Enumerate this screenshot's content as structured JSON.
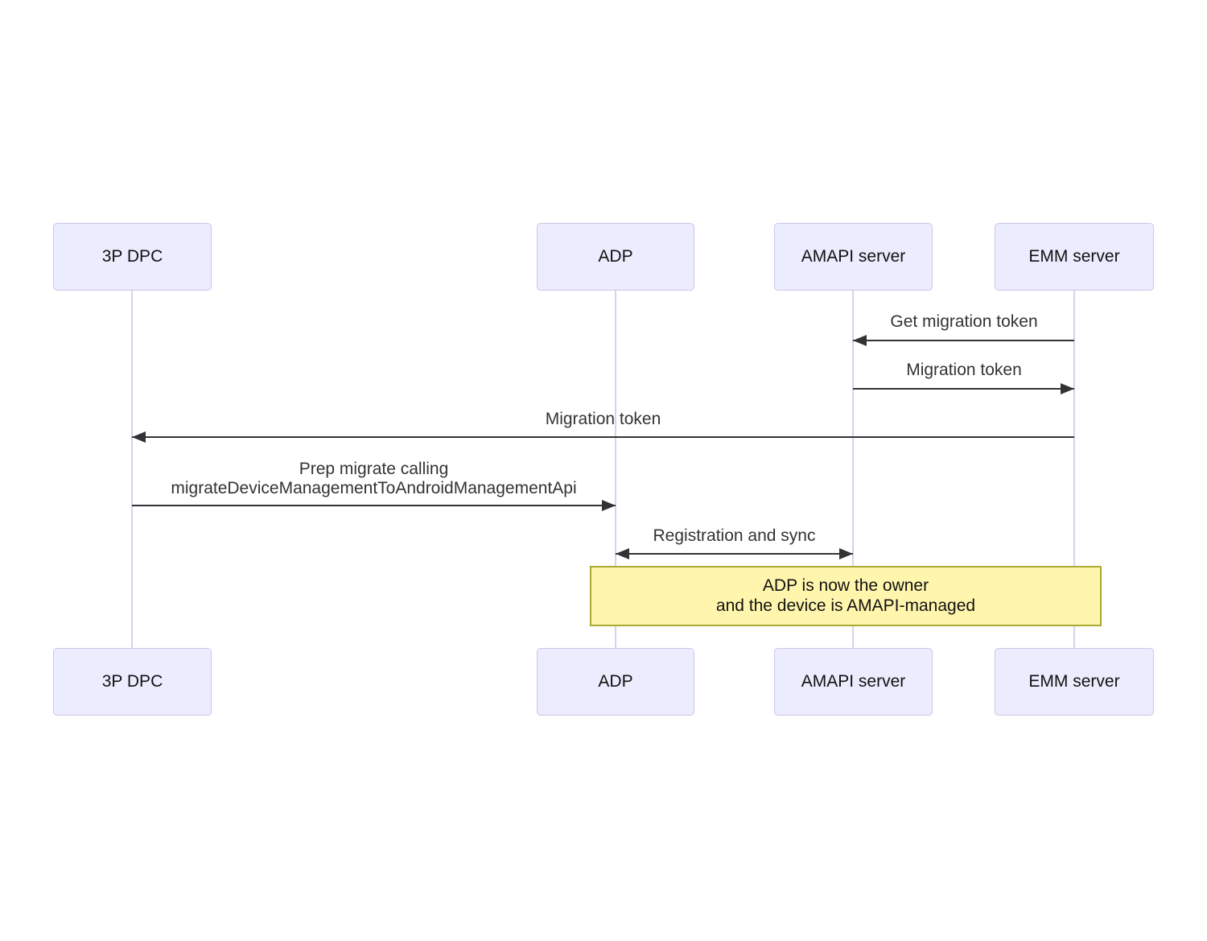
{
  "actors": [
    {
      "label": "3P DPC"
    },
    {
      "label": "ADP"
    },
    {
      "label": "AMAPI server"
    },
    {
      "label": "EMM server"
    }
  ],
  "messages": [
    {
      "lines": [
        "Get migration token"
      ],
      "from": "EMM server",
      "to": "AMAPI server",
      "direction": "left"
    },
    {
      "lines": [
        "Migration token"
      ],
      "from": "AMAPI server",
      "to": "EMM server",
      "direction": "right"
    },
    {
      "lines": [
        "Migration token"
      ],
      "from": "EMM server",
      "to": "3P DPC",
      "direction": "left"
    },
    {
      "lines": [
        "Prep migrate calling",
        "migrateDeviceManagementToAndroidManagementApi"
      ],
      "from": "3P DPC",
      "to": "ADP",
      "direction": "right"
    },
    {
      "lines": [
        "Registration and sync"
      ],
      "from": "ADP",
      "to": "AMAPI server",
      "direction": "both"
    }
  ],
  "note": {
    "lines": [
      "ADP is now the owner",
      "and the device is AMAPI-managed"
    ],
    "spans": "ADP to EMM server"
  },
  "colors": {
    "actor_fill": "#ECECFF",
    "actor_border": "#CFC4EA",
    "lifeline": "#D8D2EC",
    "arrow": "#333333",
    "message_text": "#333333",
    "note_fill": "#FFF5AD",
    "note_border": "#AAAA33",
    "note_text": "#111111"
  }
}
